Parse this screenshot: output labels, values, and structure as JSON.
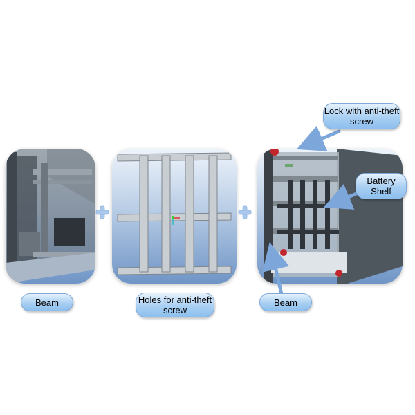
{
  "labels": {
    "beam_left": "Beam",
    "holes": "Holes for anti-theft screw",
    "beam_right": "Beam",
    "lock": "Lock with anti-theft screw",
    "battery_shelf": "Battery Shelf"
  },
  "colors": {
    "panel_top": "#eef4fb",
    "panel_bottom": "#6f95c6",
    "label_fill": "#a9cff2",
    "plus_color": "#a9c8ec",
    "arrow_color": "#7da7da"
  },
  "icons": [
    "plus-icon",
    "arrow-icon"
  ]
}
